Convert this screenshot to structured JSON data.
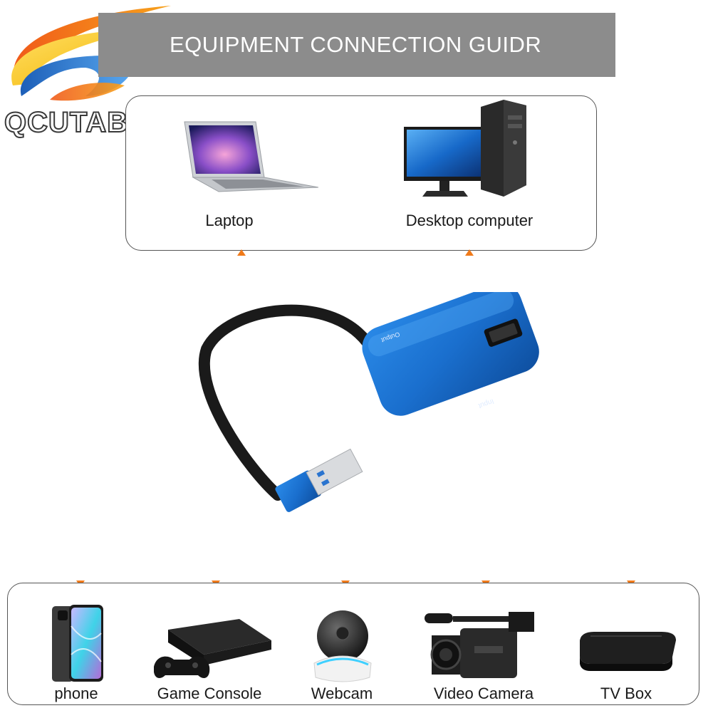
{
  "logo": {
    "brand": "QCUTABLE"
  },
  "header": {
    "title": "EQUIPMENT CONNECTION GUIDR"
  },
  "top_devices": [
    {
      "label": "Laptop",
      "icon": "laptop-icon"
    },
    {
      "label": "Desktop computer",
      "icon": "desktop-computer-icon"
    }
  ],
  "adapter": {
    "output_label": "Output",
    "input_label": "Input",
    "color": "#1f78d1"
  },
  "bottom_devices": [
    {
      "label": "phone",
      "icon": "phone-icon"
    },
    {
      "label": "Game Console",
      "icon": "game-console-icon"
    },
    {
      "label": "Webcam",
      "icon": "webcam-icon"
    },
    {
      "label": "Video Camera",
      "icon": "video-camera-icon"
    },
    {
      "label": "TV Box",
      "icon": "tv-box-icon"
    }
  ],
  "colors": {
    "banner": "#8c8c8c",
    "arrow": "#f07a1a",
    "logo_orange": "#f28c1e",
    "logo_yellow": "#ffd21f",
    "logo_blue": "#2f7fd6"
  }
}
